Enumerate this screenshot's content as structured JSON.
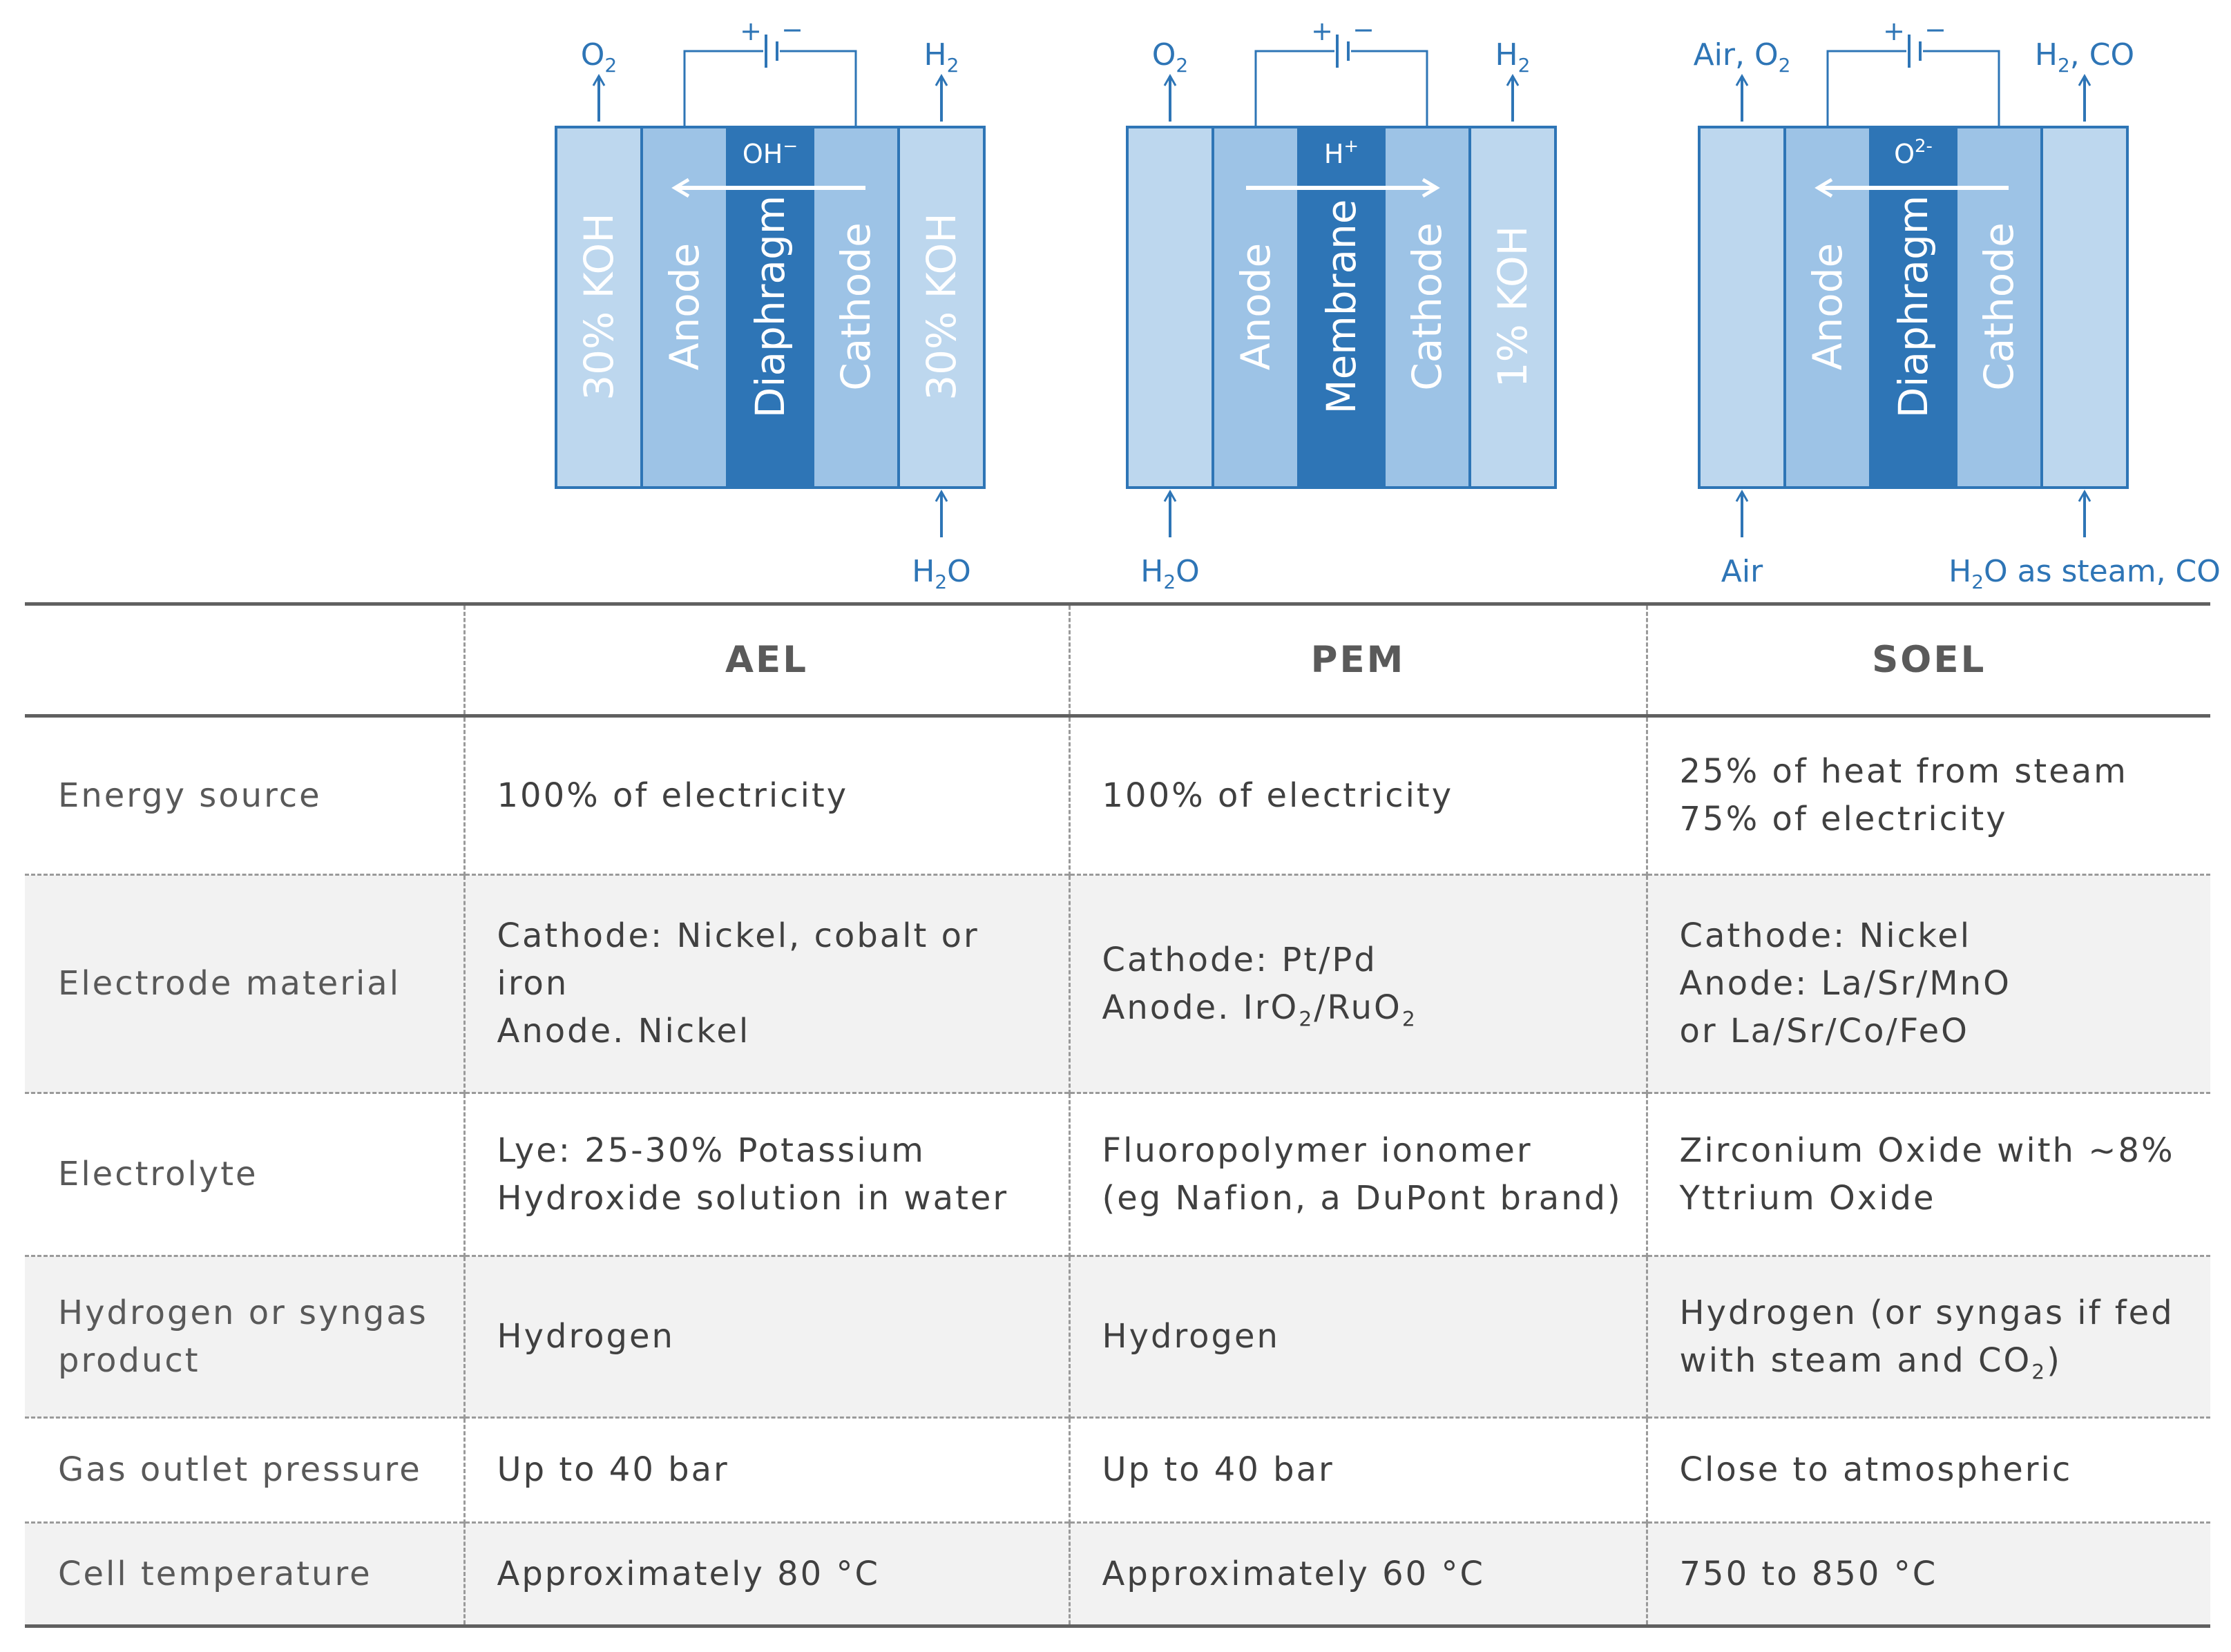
{
  "colors": {
    "light_blue": "#bdd7ee",
    "mid_blue": "#9dc3e6",
    "dark_blue": "#2e75b6",
    "outline": "#2e75b6",
    "label_blue": "#2e75b6",
    "in_cell_text": "#ffffff",
    "table_text": "#404040",
    "shaded_row": "#f2f2f2"
  },
  "diagram": {
    "polarity_plus": "+",
    "polarity_minus": "−",
    "ael": {
      "strips": [
        "30% KOH",
        "Anode",
        "Diaphragm",
        "Cathode",
        "30% KOH"
      ],
      "ion": {
        "base": "OH",
        "sup": "−"
      },
      "arrow_direction": "left",
      "top_left_label": {
        "base": "O",
        "sub": "2"
      },
      "top_right_label": {
        "base": "H",
        "sub": "2"
      },
      "bottom_right_label": {
        "base": "H",
        "sub": "2",
        "rest": "O"
      }
    },
    "pem": {
      "strips": [
        "",
        "Anode",
        "Membrane",
        "Cathode",
        "1% KOH"
      ],
      "ion": {
        "base": "H",
        "sup": "+"
      },
      "arrow_direction": "right",
      "top_left_label": {
        "base": "O",
        "sub": "2"
      },
      "top_right_label": {
        "base": "H",
        "sub": "2"
      },
      "bottom_left_label": {
        "base": "H",
        "sub": "2",
        "rest": "O"
      }
    },
    "soel": {
      "strips": [
        "",
        "Anode",
        "Diaphragm",
        "Cathode",
        ""
      ],
      "ion": {
        "base": "O",
        "sup": "2-"
      },
      "arrow_direction": "left",
      "top_left_label": {
        "base": "Air, O",
        "sub": "2"
      },
      "top_right_label": {
        "base": "H",
        "sub": "2",
        "rest": ", CO"
      },
      "bottom_left_label": {
        "base": "Air"
      },
      "bottom_right_label": {
        "base": "H",
        "sub": "2",
        "rest": "O as steam, CO"
      }
    }
  },
  "table": {
    "headers": [
      "",
      "AEL",
      "PEM",
      "SOEL"
    ],
    "rows": {
      "energy": {
        "label": [
          "Energy source"
        ],
        "ael": [
          "100% of electricity"
        ],
        "pem": [
          "100% of electricity"
        ],
        "soel": [
          "25% of heat from steam",
          "75% of electricity"
        ]
      },
      "electrode": {
        "label": [
          "Electrode material"
        ],
        "ael": [
          "Cathode: Nickel, cobalt or iron",
          "Anode. Nickel"
        ],
        "pem": [
          "Cathode: Pt/Pd"
        ],
        "pem_anode": {
          "pre": "Anode. IrO",
          "sub1": "2",
          "mid": "/RuO",
          "sub2": "2"
        },
        "soel": [
          "Cathode: Nickel",
          "Anode: La/Sr/MnO",
          "or La/Sr/Co/FeO"
        ]
      },
      "electrolyte": {
        "label": [
          "Electrolyte"
        ],
        "ael": [
          "Lye: 25-30% Potassium",
          "Hydroxide solution in water"
        ],
        "pem": [
          "Fluoropolymer ionomer",
          "(eg Nafion, a DuPont brand)"
        ],
        "soel": [
          "Zirconium Oxide with ~8%",
          "Yttrium Oxide"
        ]
      },
      "product": {
        "label": [
          "Hydrogen or syngas",
          "product"
        ],
        "ael": [
          "Hydrogen"
        ],
        "pem": [
          "Hydrogen"
        ],
        "soel": [
          "Hydrogen (or syngas if fed"
        ],
        "soel_line2": {
          "pre": "with steam and CO",
          "sub": "2",
          "post": ")"
        }
      },
      "pressure": {
        "label": [
          "Gas outlet pressure"
        ],
        "ael": [
          "Up to 40 bar"
        ],
        "pem": [
          "Up to 40 bar"
        ],
        "soel": [
          "Close to atmospheric"
        ]
      },
      "temperature": {
        "label": [
          "Cell temperature"
        ],
        "ael": [
          "Approximately 80 °C"
        ],
        "pem": [
          "Approximately 60 °C"
        ],
        "soel": [
          "750 to 850 °C"
        ]
      }
    }
  }
}
